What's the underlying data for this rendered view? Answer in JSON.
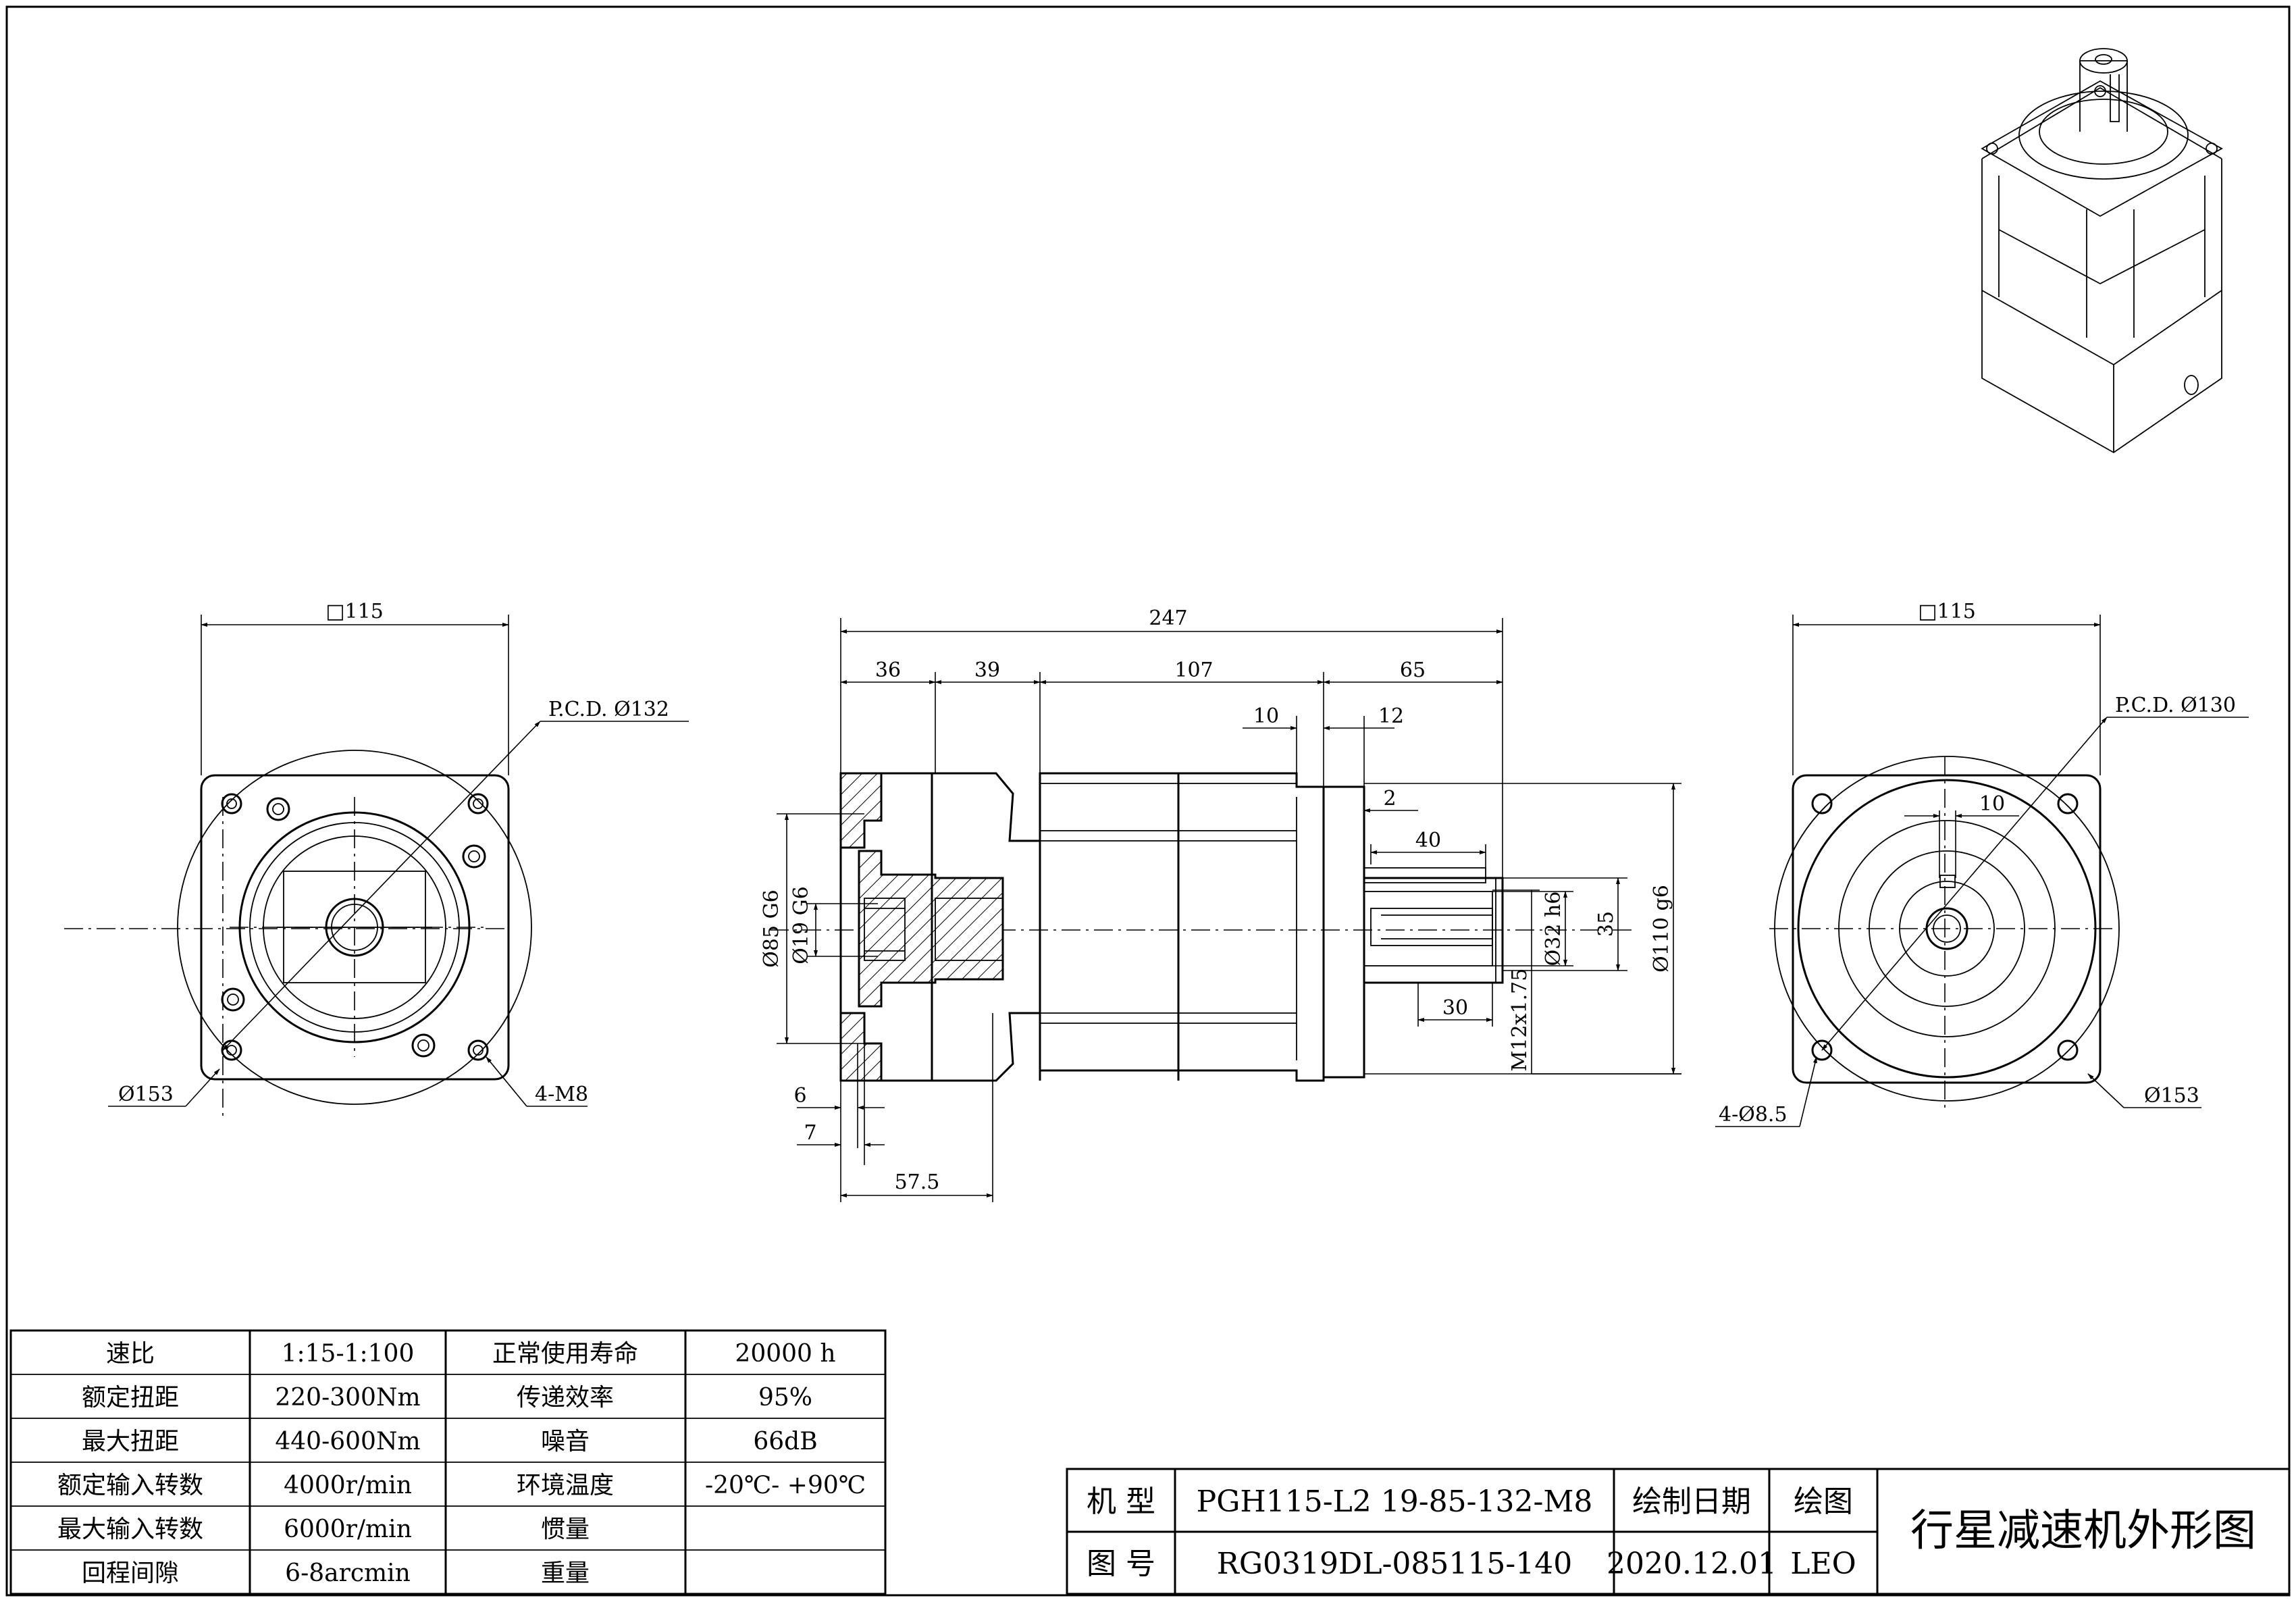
{
  "left_view": {
    "width_dim": "□115",
    "pcd": "P.C.D.  Ø132",
    "outer_dia": "Ø153",
    "holes": "4-M8"
  },
  "side_view": {
    "overall": "247",
    "seg1": "36",
    "seg2": "39",
    "seg3": "107",
    "seg4": "65",
    "small10": "10",
    "small12": "12",
    "small2": "2",
    "key_len": "40",
    "key_h": "30",
    "shaft_dia": "Ø32 h6",
    "shaft_35": "35",
    "pilot_out": "Ø110 g6",
    "thread": "M12x1.75",
    "bore_big": "Ø85 G6",
    "bore_small": "Ø19 G6",
    "d6": "6",
    "d7": "7",
    "d575": "57.5"
  },
  "right_view": {
    "width_dim": "□115",
    "pcd": "P.C.D.  Ø130",
    "key_w": "10",
    "outer_dia": "Ø153",
    "holes": "4-Ø8.5"
  },
  "specs": [
    {
      "k1": "速比",
      "v1": "1:15-1:100",
      "k2": "正常使用寿命",
      "v2": "20000 h"
    },
    {
      "k1": "额定扭距",
      "v1": "220-300Nm",
      "k2": "传递效率",
      "v2": "95%"
    },
    {
      "k1": "最大扭距",
      "v1": "440-600Nm",
      "k2": "噪音",
      "v2": "66dB"
    },
    {
      "k1": "额定输入转数",
      "v1": "4000r/min",
      "k2": "环境温度",
      "v2": "-20℃- +90℃"
    },
    {
      "k1": "最大输入转数",
      "v1": "6000r/min",
      "k2": "惯量",
      "v2": ""
    },
    {
      "k1": "回程间隙",
      "v1": "6-8arcmin",
      "k2": "重量",
      "v2": ""
    }
  ],
  "title_block": {
    "model_label": "机  型",
    "model_value": "PGH115-L2 19-85-132-M8",
    "drawing_label": "图  号",
    "drawing_value": "RG0319DL-085115-140",
    "date_label": "绘制日期",
    "date_value": "2020.12.01",
    "drawer_label": "绘图",
    "drawer_value": "LEO",
    "title": "行星减速机外形图"
  }
}
